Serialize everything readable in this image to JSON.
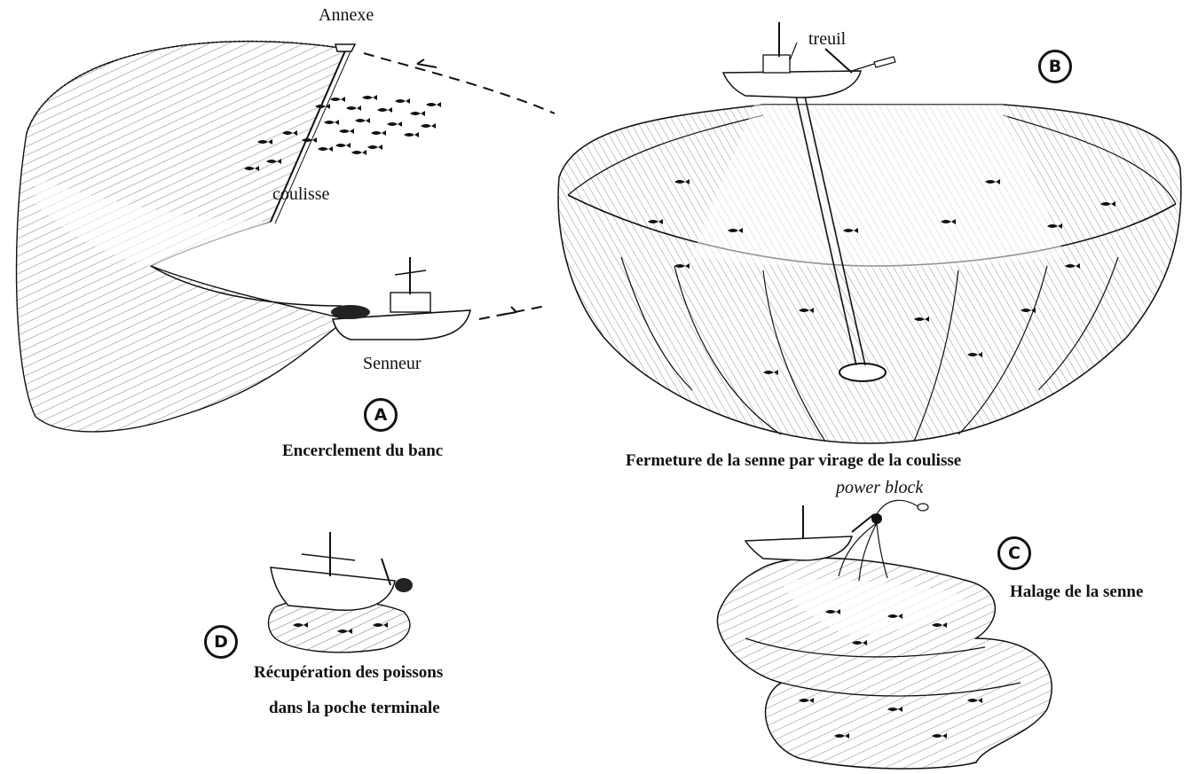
{
  "labels": {
    "annexe": "Annexe",
    "coulisse": "coulisse",
    "senneur": "Senneur",
    "treuil": "treuil",
    "power_block": "power block"
  },
  "panels": {
    "a": {
      "letter": "A",
      "caption": "Encerclement du banc"
    },
    "b": {
      "letter": "B",
      "caption": "Fermeture de la senne par virage de la coulisse"
    },
    "c": {
      "letter": "C",
      "caption": "Halage de la senne"
    },
    "d": {
      "letter": "D",
      "caption_line1": "Récupération des poissons",
      "caption_line2": "dans la poche terminale"
    }
  },
  "colors": {
    "ink": "#111111",
    "background": "#ffffff"
  }
}
